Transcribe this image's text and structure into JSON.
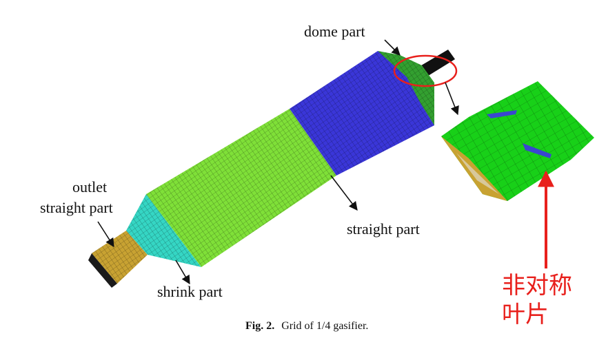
{
  "labels": {
    "dome": "dome part",
    "outlet_line1": "outlet",
    "outlet_line2": "straight part",
    "straight": "straight part",
    "shrink": "shrink part"
  },
  "caption": {
    "prefix": "Fig. 2.",
    "text": "Grid of 1/4 gasifier."
  },
  "annotation": {
    "line1": "非对称",
    "line2": "叶片"
  },
  "colors": {
    "outlet": "#c8a232",
    "shrink": "#35d6c4",
    "straight": "#7fe038",
    "upper_straight": "#3a36d8",
    "dome": "#33a030",
    "detail": "#18d018",
    "vane": "#3a46d0",
    "highlight": "#e8201c"
  }
}
